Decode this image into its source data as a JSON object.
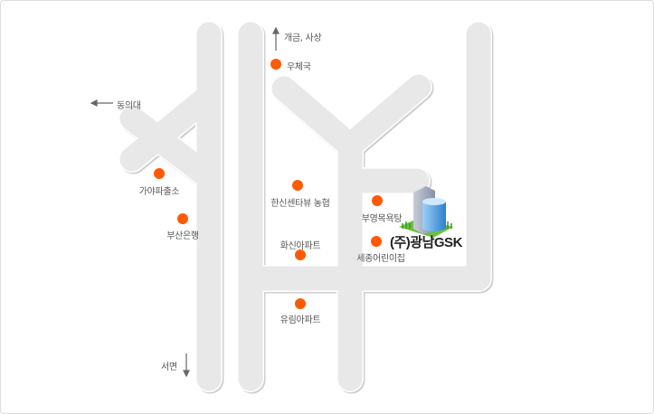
{
  "colors": {
    "road": "#e8e8e8",
    "poi": "#ff5a00",
    "text": "#555555"
  },
  "directions": [
    {
      "label": "개금, 사상",
      "icon": "arrow-up-icon"
    },
    {
      "label": "동의대",
      "icon": "arrow-left-icon"
    },
    {
      "label": "서면",
      "icon": "arrow-down-icon"
    }
  ],
  "landmarks": [
    {
      "label": "우체국"
    },
    {
      "label": "가야파출소"
    },
    {
      "label": "부산은행"
    },
    {
      "label": "한신센타뷰 농협"
    },
    {
      "label": "화신아파트"
    },
    {
      "label": "유림아파트"
    },
    {
      "label": "부영목욕탕"
    },
    {
      "label": "세종어린이집"
    }
  ],
  "company": {
    "name": "(주)광남GSK",
    "icon": "building-icon"
  }
}
